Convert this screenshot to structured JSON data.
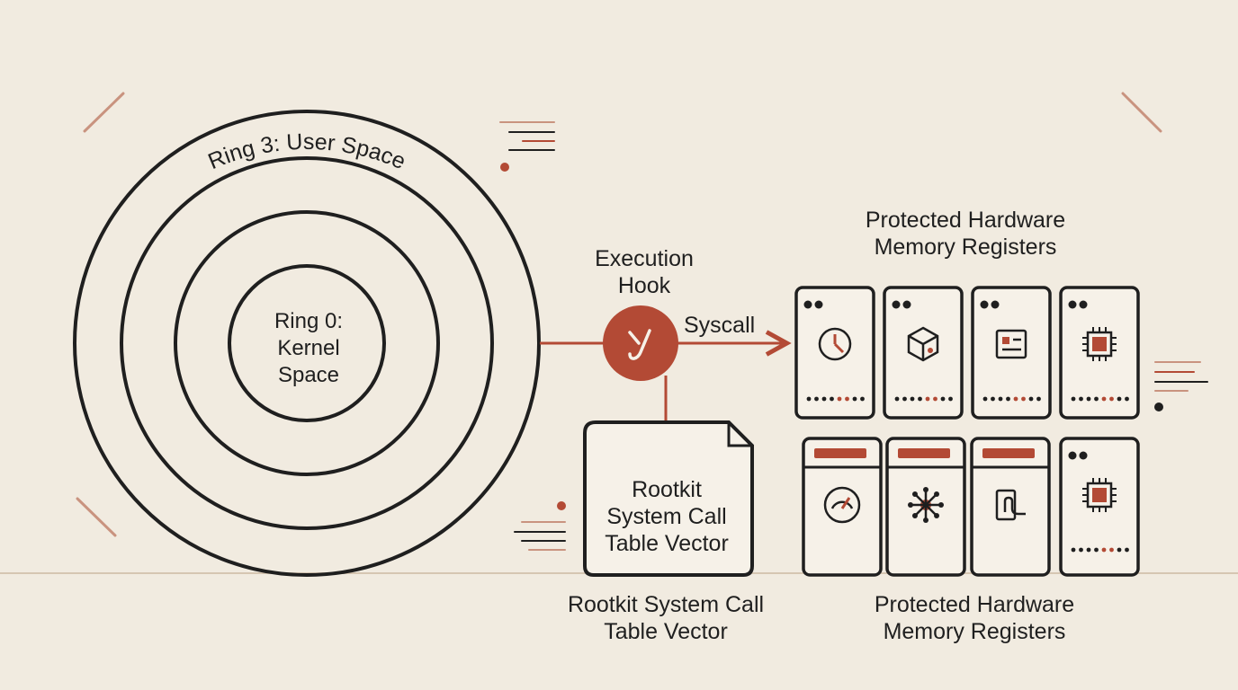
{
  "colors": {
    "background": "#f1ebe0",
    "ink": "#1f1f1f",
    "accent": "#b34a35",
    "muted": "#c9937f",
    "panel": "#f6f1e8"
  },
  "rings": {
    "outer_label": "Ring 3: User Space",
    "inner_label_lines": [
      "Ring 0:",
      "Kernel",
      "Space"
    ]
  },
  "hook": {
    "label_lines": [
      "Execution",
      "Hook"
    ],
    "icon": "hook-icon"
  },
  "syscall": {
    "label": "Syscall"
  },
  "hardware": {
    "title_lines": [
      "Protected Hardware",
      "Memory Registers"
    ],
    "caption_lines": [
      "Protected Hardware",
      "Memory Registers"
    ],
    "top_row_icons": [
      "clock-icon",
      "cube-icon",
      "id-card-icon",
      "chip-icon"
    ],
    "bottom_row_icons": [
      "gauge-icon",
      "network-node-icon",
      "plug-icon",
      "processor-icon"
    ]
  },
  "rootkit": {
    "box_lines": [
      "Rootkit",
      "System Call",
      "Table Vector"
    ],
    "caption_lines": [
      "Rootkit System Call",
      "Table Vector"
    ]
  }
}
